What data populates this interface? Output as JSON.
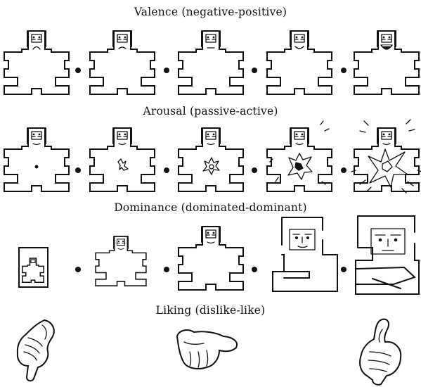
{
  "sections": {
    "valence": {
      "title": "Valence (negative-positive)",
      "levels": 5
    },
    "arousal": {
      "title": "Arousal (passive-active)",
      "levels": 5
    },
    "dominance": {
      "title": "Dominance (dominated-dominant)",
      "levels": 5
    },
    "liking": {
      "title": "Liking (dislike-like)",
      "levels": 3
    }
  },
  "icons": {
    "figure": "self-assessment-manikin",
    "separator": "dot",
    "liking": [
      "thumbs-down",
      "thumbs-sideways",
      "thumbs-up"
    ]
  },
  "colors": {
    "ink": "#111111",
    "background": "#ffffff"
  }
}
